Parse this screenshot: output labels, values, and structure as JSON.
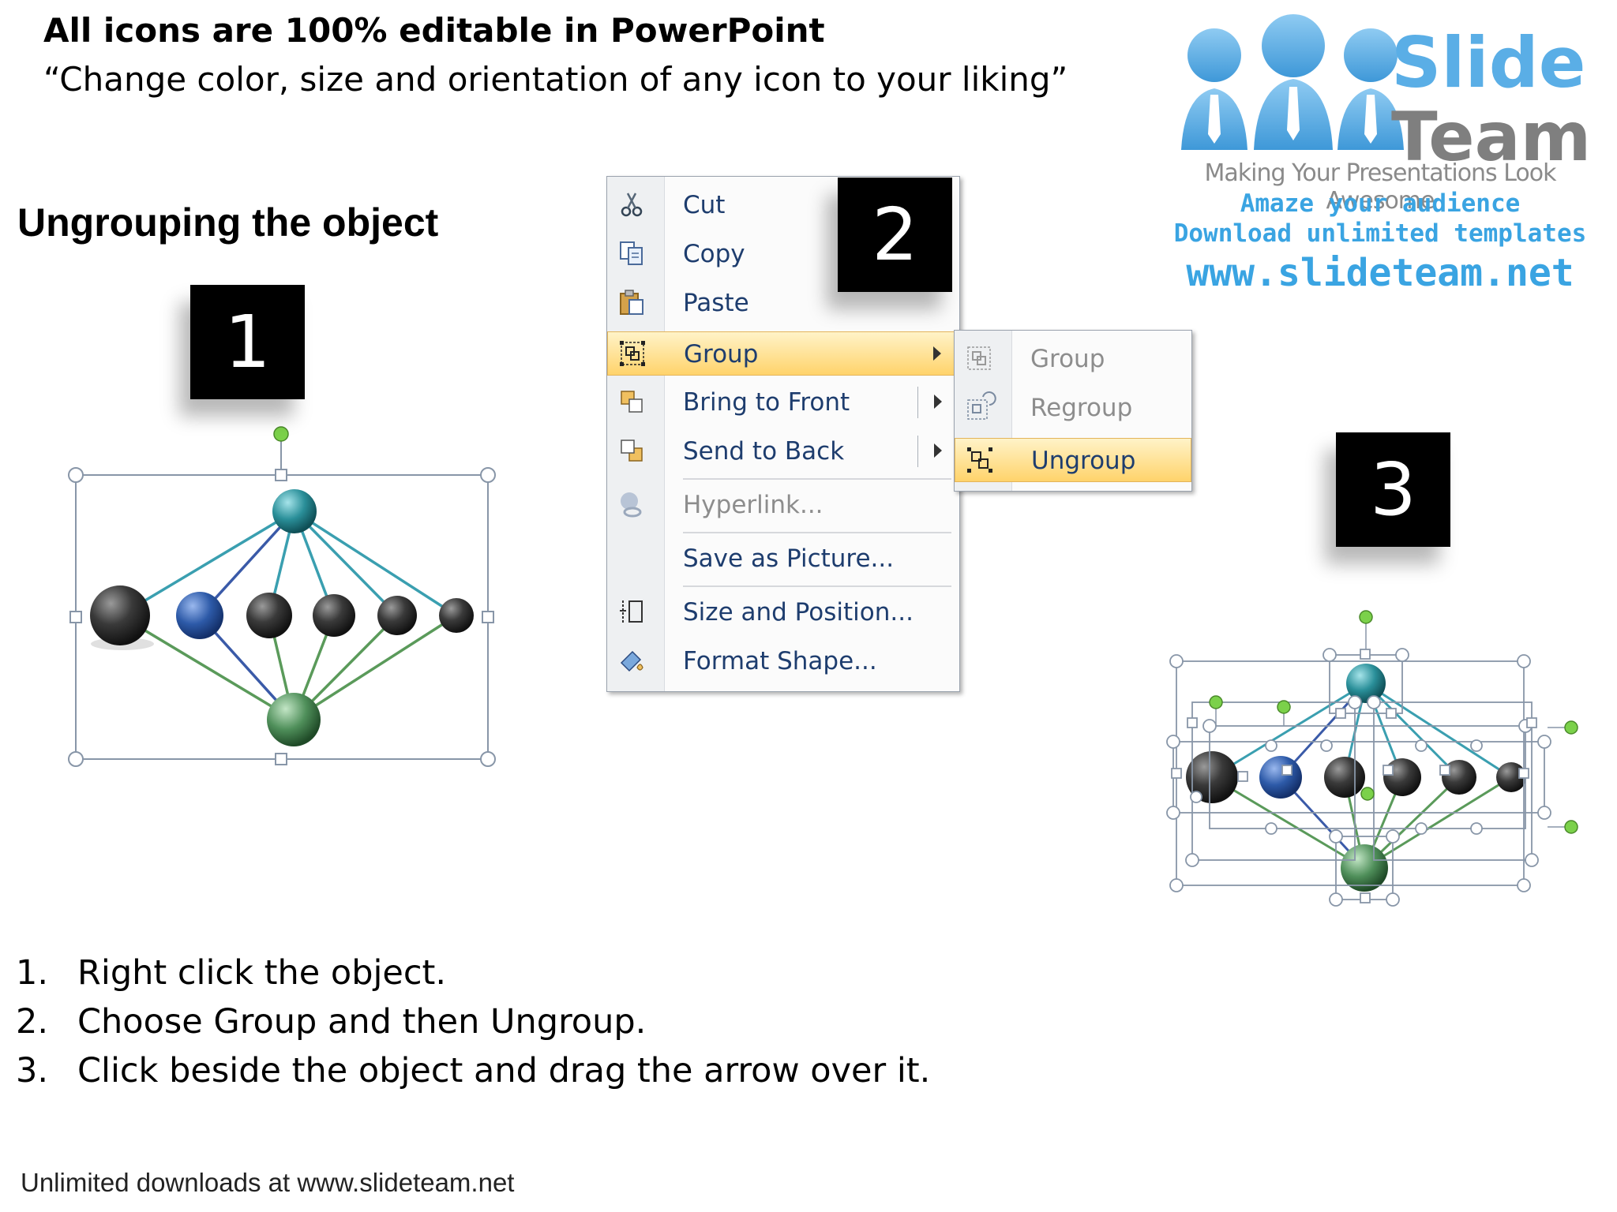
{
  "header": {
    "title": "All icons are 100% editable in PowerPoint",
    "subtitle": "“Change color, size and orientation of any icon to your liking”"
  },
  "section_title": "Ungrouping the object",
  "step_badges": [
    "1",
    "2",
    "3"
  ],
  "logo": {
    "word1": "Slide",
    "word2": "Team",
    "tagline": "Making Your Presentations Look Awesome",
    "line1": "Amaze your audience",
    "line2": "Download unlimited templates",
    "url": "www.slideteam.net"
  },
  "context_menu": {
    "items": [
      {
        "label": "Cut",
        "icon": "scissors-icon"
      },
      {
        "label": "Copy",
        "icon": "copy-icon"
      },
      {
        "label": "Paste",
        "icon": "paste-icon"
      },
      {
        "label": "Group",
        "icon": "group-icon",
        "highlighted": true,
        "submenu": true
      },
      {
        "label": "Bring to Front",
        "icon": "bring-to-front-icon",
        "submenu": true
      },
      {
        "label": "Send to Back",
        "icon": "send-to-back-icon",
        "submenu": true
      },
      {
        "label": "Hyperlink...",
        "icon": "hyperlink-icon",
        "disabled": true
      },
      {
        "label": "Save as Picture...",
        "icon": ""
      },
      {
        "label": "Size and Position...",
        "icon": "size-position-icon"
      },
      {
        "label": "Format Shape...",
        "icon": "format-shape-icon"
      }
    ]
  },
  "group_submenu": {
    "items": [
      {
        "label": "Group",
        "icon": "group-icon",
        "disabled": true
      },
      {
        "label": "Regroup",
        "icon": "regroup-icon",
        "disabled": true
      },
      {
        "label": "Ungroup",
        "icon": "ungroup-icon",
        "highlighted": true
      }
    ]
  },
  "instructions": [
    {
      "num": "1.",
      "text": "Right click the object."
    },
    {
      "num": "2.",
      "text": "Choose Group and then Ungroup."
    },
    {
      "num": "3.",
      "text": "Click beside the object and drag the arrow over it."
    }
  ],
  "footer": "Unlimited downloads at www.slideteam.net",
  "colors": {
    "menu_text": "#1e3d6e",
    "highlight_top": "#fff3c8",
    "highlight_bottom": "#ffd36b",
    "logo_blue": "#3aa4e2",
    "logo_grey": "#7f7f7f",
    "node_teal": "#2a8f99",
    "node_blue": "#2d5aa8",
    "node_dark": "#333333",
    "node_green": "#4f8f5a",
    "line_teal": "#3a9fb0",
    "line_blue": "#3a5aa8",
    "line_green": "#5a9a5a",
    "selection_handle_green": "#7bd14a"
  }
}
